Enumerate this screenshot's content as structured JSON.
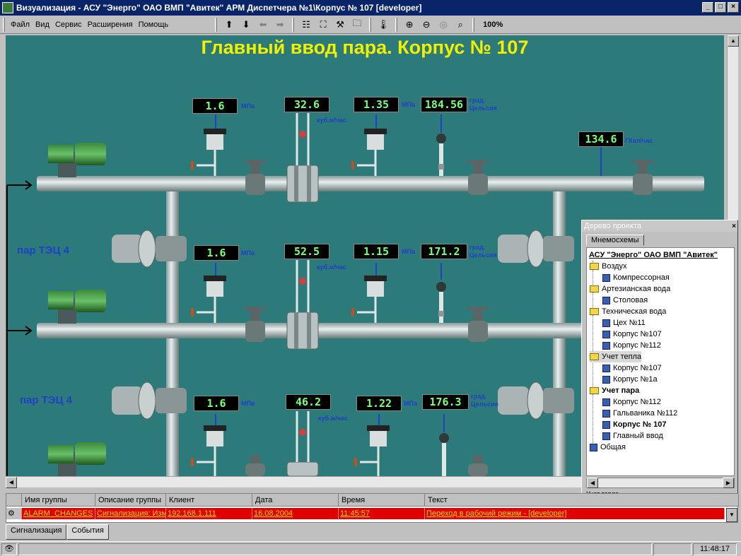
{
  "window": {
    "title": "Визуализация - АСУ \"Энерго\" ОАО ВМП \"Авитек\" АРМ Диспетчера №1\\Корпус № 107 [developer]",
    "min_glyph": "_",
    "max_glyph": "□",
    "close_glyph": "×"
  },
  "menu": {
    "file": "Файл",
    "view": "Вид",
    "service": "Сервис",
    "extensions": "Расширения",
    "help": "Помощь"
  },
  "toolbar": {
    "zoom": "100%"
  },
  "scheme": {
    "title": "Главный ввод пара. Корпус № 107",
    "left_labels": [
      "пар ТЭЦ 4",
      "пар ТЭЦ 4"
    ],
    "lines": [
      {
        "pressure": "1.6",
        "pressure_unit": "МПа",
        "flow": "32.6",
        "flow_unit": "куб.м/час",
        "pressure2": "1.35",
        "pressure2_unit": "МПа",
        "temp": "184.56",
        "temp_unit": "град. Цельсия"
      },
      {
        "pressure": "1.6",
        "pressure_unit": "МПа",
        "flow": "52.5",
        "flow_unit": "куб.м/час",
        "pressure2": "1.15",
        "pressure2_unit": "МПа",
        "temp": "171.2",
        "temp_unit": "град. Цельсия"
      },
      {
        "pressure": "1.6",
        "pressure_unit": "МПа",
        "flow": "46.2",
        "flow_unit": "куб.м/час",
        "pressure2": "1.22",
        "pressure2_unit": "МПа",
        "temp": "176.3",
        "temp_unit": "град. Цельсия"
      }
    ],
    "heat": "134.6",
    "heat_unit": "ГКал/час"
  },
  "tree": {
    "caption": "Дерево проекта",
    "tab": "Мнемосхемы",
    "root": "АСУ \"Энерго\" ОАО ВМП \"Авитек\"",
    "items": [
      "Воздух",
      "Компрессорная",
      "Артезианская вода",
      "Столовая",
      "Техническая вода",
      "Цех №11",
      "Корпус №107",
      "Корпус №112",
      "Учет тепла",
      "Корпус №107",
      "Корпус №1а",
      "Учет пара",
      "Корпус №112",
      "Гальваника №112",
      "Корпус № 107",
      "Главный ввод",
      "Общая"
    ],
    "status": "Учет тепла"
  },
  "events": {
    "columns": [
      "Имя группы",
      "Описание группы",
      "Клиент",
      "Дата",
      "Время",
      "Текст"
    ],
    "rows": [
      [
        "ALARM_CHANGES",
        "Сигнализация: Изм",
        "192.168.1.111",
        "16.08.2004",
        "11:45:57",
        "Переход в рабочий режим - [developer]"
      ]
    ]
  },
  "bottom_tabs": [
    "Сигнализация",
    "События"
  ],
  "status": {
    "time": "11:48:17"
  }
}
